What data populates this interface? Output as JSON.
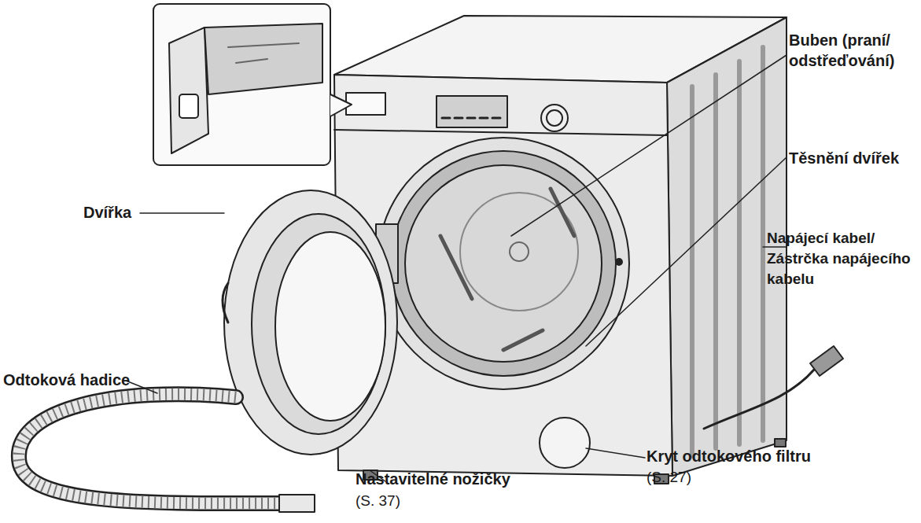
{
  "diagram": {
    "labels": [
      "Buben (praní/ odstřeďování)",
      "Těsnění dvířek",
      "Dvířka",
      "Napájecí kabel/ Zástrčka napájecího kabelu",
      "Odtoková hadice",
      "Nastavitelné nožičky",
      "(S. 37)",
      "Kryt odtokového filtru",
      "(S. 27)"
    ]
  }
}
